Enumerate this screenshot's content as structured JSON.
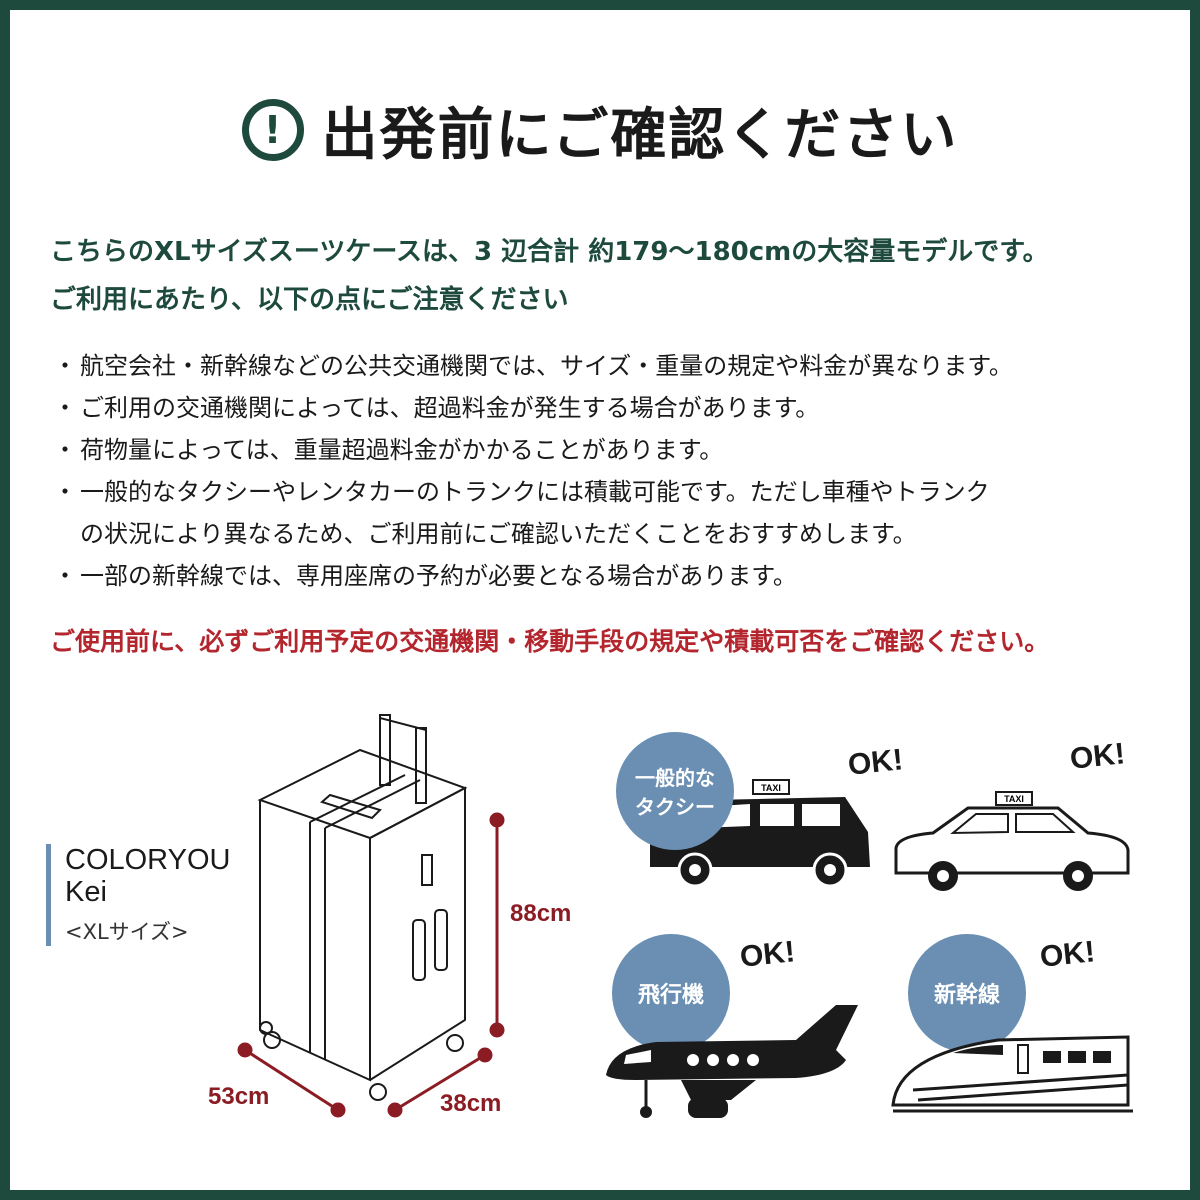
{
  "title": "出発前にご確認ください",
  "title_icon": "exclamation-circle-icon",
  "intro": [
    "こちらのXLサイズスーツケースは、3 辺合計 約179〜180cmの大容量モデルです。",
    "ご利用にあたり、以下の点にご注意ください"
  ],
  "bullets": [
    {
      "lines": [
        "航空会社・新幹線などの公共交通機関では、サイズ・重量の規定や料金が異なります。"
      ]
    },
    {
      "lines": [
        "ご利用の交通機関によっては、超過料金が発生する場合があります。"
      ]
    },
    {
      "lines": [
        "荷物量によっては、重量超過料金がかかることがあります。"
      ]
    },
    {
      "lines": [
        "一般的なタクシーやレンタカーのトランクには積載可能です。ただし車種やトランク",
        "の状況により異なるため、ご利用前にご確認いただくことをおすすめします。"
      ]
    },
    {
      "lines": [
        "一部の新幹線では、専用座席の予約が必要となる場合があります。"
      ]
    }
  ],
  "bullet_mark": "・",
  "warning": "ご使用前に、必ずご利用予定の交通機関・移動手段の規定や積載可否をご確認ください。",
  "product": {
    "name_line1": "COLORYOU",
    "name_line2": "Kei",
    "size": "<XLサイズ>"
  },
  "dimensions": {
    "height": "88cm",
    "width": "53cm",
    "depth": "38cm"
  },
  "transport": {
    "taxi_label_line1": "一般的な",
    "taxi_label_line2": "タクシー",
    "plane_label": "飛行機",
    "train_label": "新幹線",
    "ok": "OK!",
    "taxi_sign": "TAXI"
  },
  "colors": {
    "frame": "#1e4a3e",
    "accent_red": "#b3262d",
    "dimension_red": "#8b1c24",
    "circle_blue": "#6a8fb3"
  }
}
